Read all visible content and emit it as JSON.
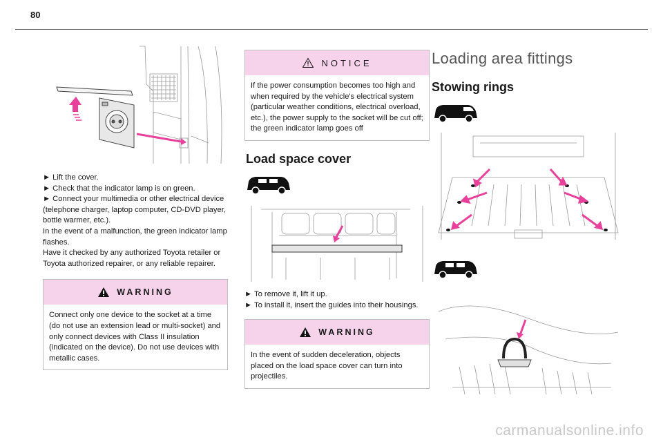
{
  "page": {
    "number": "80"
  },
  "col1": {
    "instructions": [
      "► Lift the cover.",
      "► Check that the indicator lamp is on green.",
      "► Connect your multimedia or other electrical device (telephone charger, laptop computer, CD-DVD player, bottle warmer, etc.).",
      "In the event of a malfunction, the green indicator lamp flashes.",
      "Have it checked by any authorized Toyota retailer or Toyota authorized repairer, or any reliable repairer."
    ],
    "warning": {
      "title": "WARNING",
      "text": "Connect only one device to the socket at a time (do not use an extension lead or multi-socket) and only connect devices with Class II insulation (indicated on the device). Do not use devices with metallic cases."
    }
  },
  "col2": {
    "notice": {
      "title": "NOTICE",
      "text": "If the power consumption becomes too high and when required by the vehicle's electrical system (particular weather conditions, electrical overload, etc.), the power supply to the socket will be cut off; the green indicator lamp goes off"
    },
    "section_title": "Load space cover",
    "instructions": [
      "► To remove it, lift it up.",
      "► To install it, insert the guides into their housings."
    ],
    "warning": {
      "title": "WARNING",
      "text": "In the event of sudden deceleration, objects placed on the load space cover can turn into projectiles."
    }
  },
  "col3": {
    "chapter_title": "Loading area fittings",
    "sub_title": "Stowing rings"
  },
  "colors": {
    "accent": "#e8419b",
    "warning_bg": "#f6d3ea"
  },
  "watermark": "carmanualsonline.info"
}
